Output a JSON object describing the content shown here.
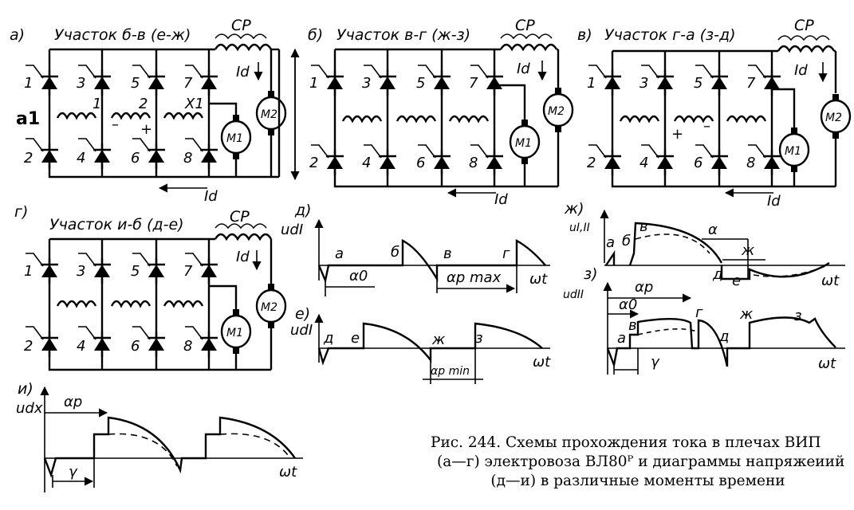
{
  "schemes": {
    "a": {
      "letter": "а)",
      "title": "Участок б-в (е-ж)",
      "ext_label": "а1",
      "nodes": [
        "1",
        "2",
        "Х1"
      ],
      "plus": "+",
      "minus": "–"
    },
    "b": {
      "letter": "б)",
      "title": "Участок в-г (ж-з)"
    },
    "v": {
      "letter": "в)",
      "title": "Участок г-а (з-д)",
      "plus": "+",
      "minus": "–"
    },
    "g": {
      "letter": "г)",
      "title": "Участок и-б (д-е)"
    },
    "reactor": "СР",
    "current": "Id",
    "motors": [
      "М1",
      "М2"
    ],
    "thyristors_top": [
      "1",
      "3",
      "5",
      "7"
    ],
    "thyristors_bottom": [
      "2",
      "4",
      "6",
      "8"
    ]
  },
  "diagrams": {
    "d": {
      "letter": "д)",
      "ylabel": "udI",
      "points": [
        "а",
        "б",
        "в",
        "г"
      ],
      "alpha0": "α0",
      "alpha_max": "αр max",
      "xlabel": "ωt"
    },
    "e": {
      "letter": "е)",
      "ylabel": "udI",
      "points": [
        "д",
        "е",
        "ж",
        "з"
      ],
      "alpha_min": "αр min",
      "xlabel": "ωt"
    },
    "zh": {
      "letter": "ж)",
      "ylabel": "uI,II",
      "points": [
        "а",
        "б",
        "в",
        "д",
        "е",
        "ж"
      ],
      "alpha": "α",
      "xlabel": "ωt"
    },
    "z": {
      "letter": "з)",
      "ylabel": "udII",
      "points": [
        "а",
        "в",
        "г",
        "д",
        "ж",
        "з"
      ],
      "alpha_p": "αр",
      "alpha0": "α0",
      "gamma": "γ",
      "xlabel": "ωt"
    },
    "i": {
      "letter": "и)",
      "ylabel": "udx",
      "alpha_p": "αр",
      "gamma": "γ",
      "xlabel": "ωt"
    }
  },
  "caption": {
    "line1": "Рис. 244. Схемы прохождения тока в плечах ВИП",
    "line2": "(а—г) электровоза ВЛ80ᴾ и диаграммы напряжеиий",
    "line3": "(д—и) в различные моменты времени"
  }
}
